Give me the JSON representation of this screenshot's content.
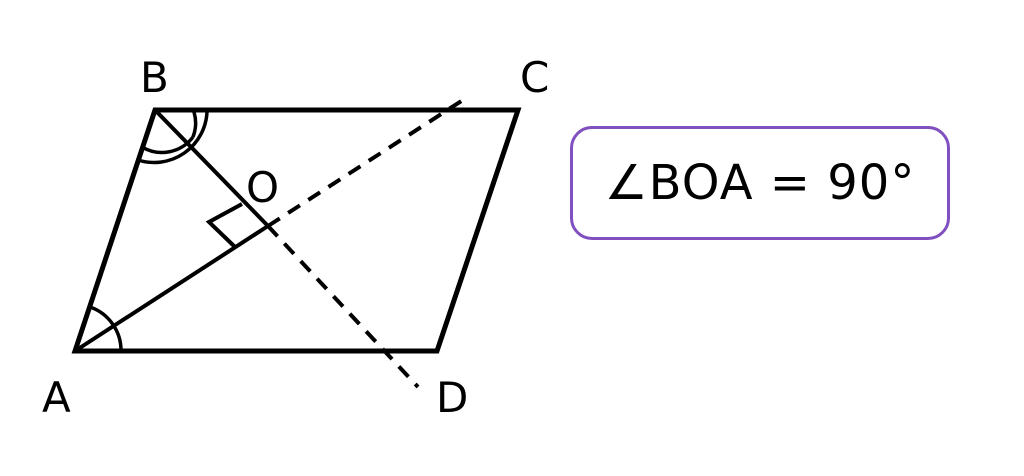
{
  "diagram": {
    "title": "Parallelogram ABCD with perpendicular bisectors",
    "vertices": {
      "A": "A",
      "B": "B",
      "C": "C",
      "D": "D",
      "O": "O"
    },
    "formula": "∠BOA = 90°",
    "colors": {
      "line": "#000000",
      "box_border": "#8050c0"
    }
  }
}
